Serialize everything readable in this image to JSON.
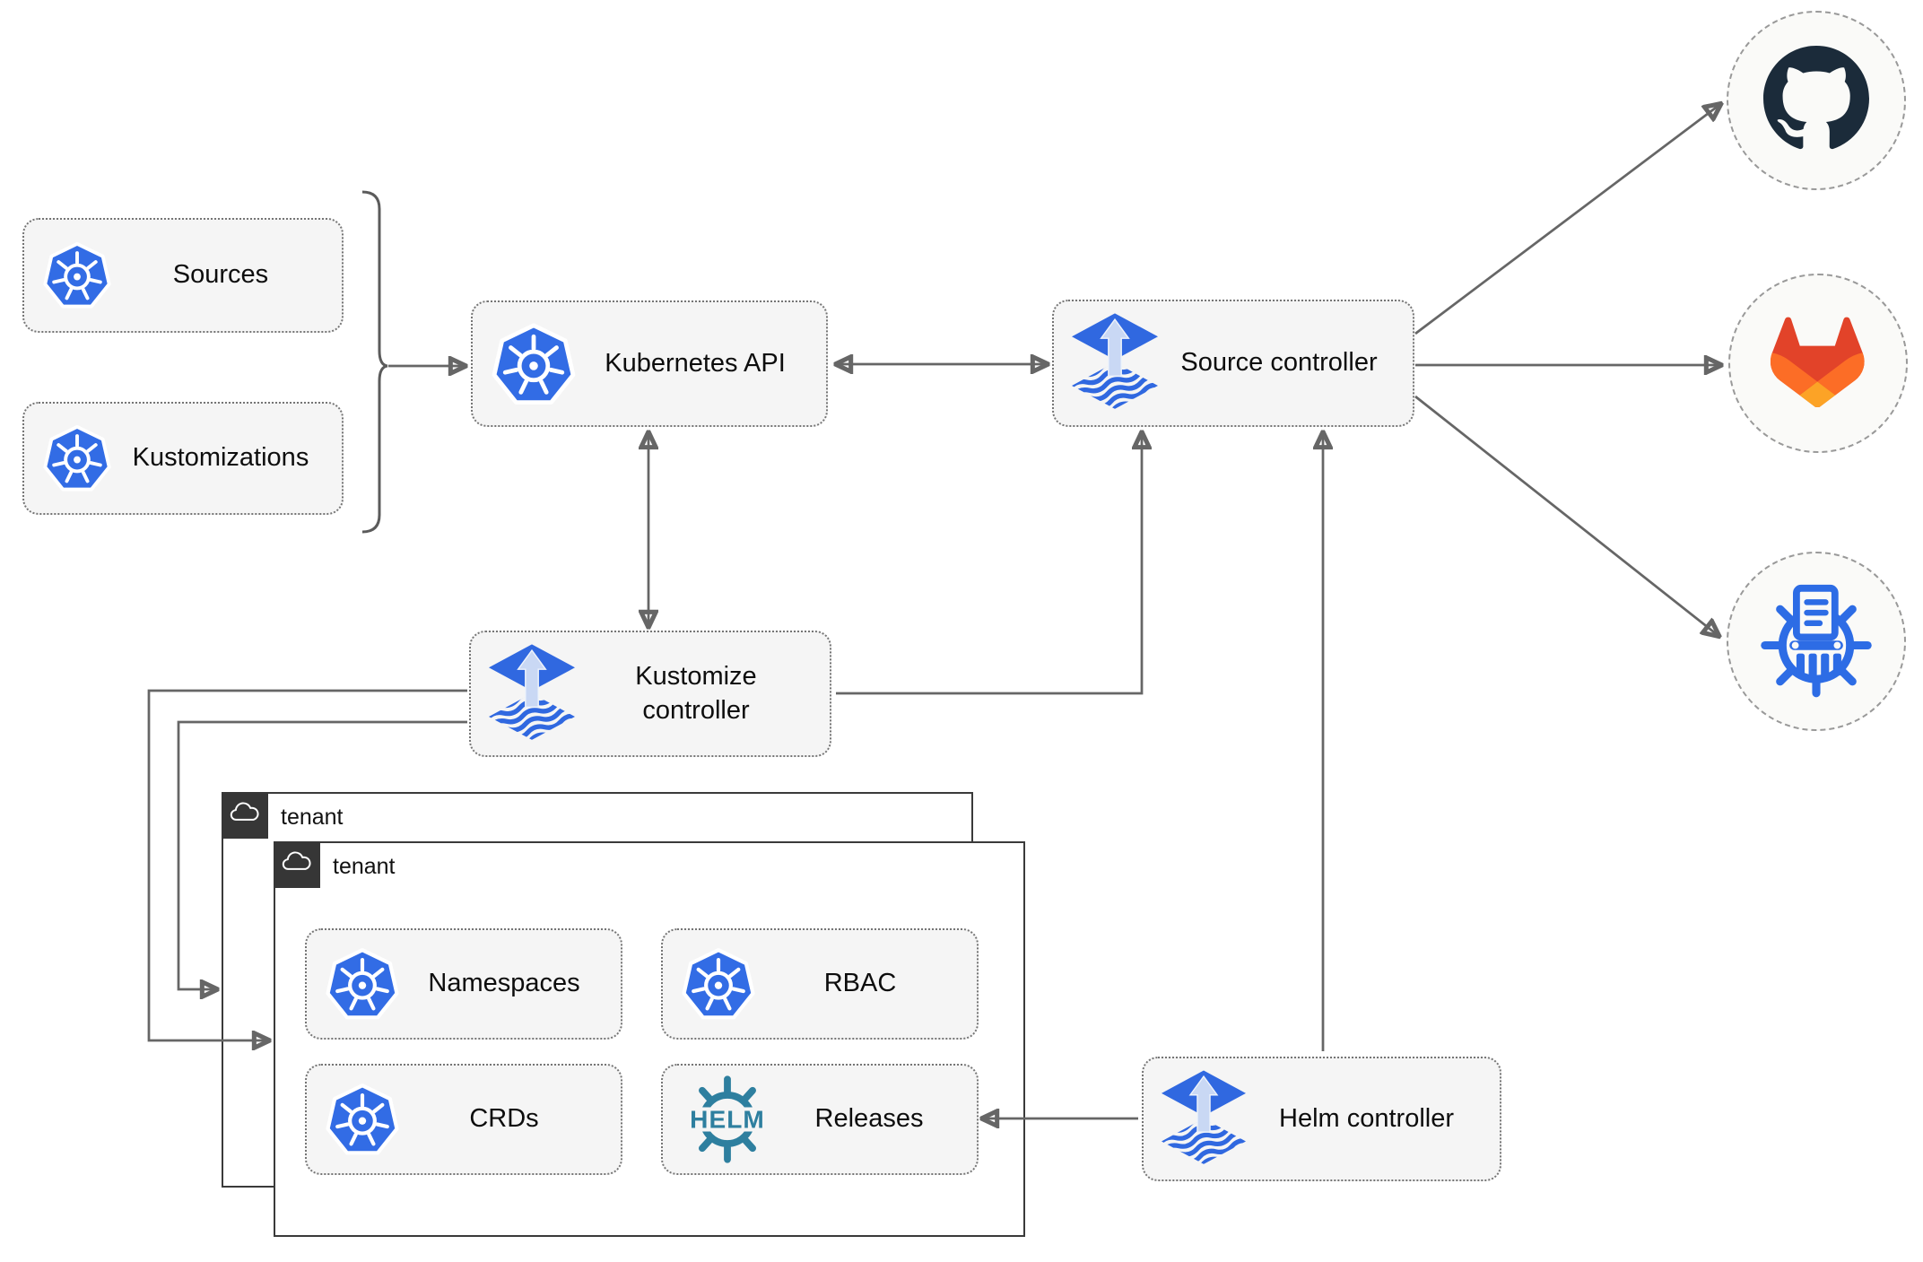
{
  "nodes": {
    "sources": {
      "label": "Sources",
      "icon": "kubernetes-icon"
    },
    "kustomizations": {
      "label": "Kustomizations",
      "icon": "kubernetes-icon"
    },
    "kubernetes_api": {
      "label": "Kubernetes API",
      "icon": "kubernetes-icon"
    },
    "source_controller": {
      "label": "Source controller",
      "icon": "flux-icon"
    },
    "kustomize_controller": {
      "label": "Kustomize controller",
      "icon": "flux-icon"
    },
    "helm_controller": {
      "label": "Helm controller",
      "icon": "flux-icon"
    },
    "namespaces": {
      "label": "Namespaces",
      "icon": "kubernetes-icon"
    },
    "rbac": {
      "label": "RBAC",
      "icon": "kubernetes-icon"
    },
    "crds": {
      "label": "CRDs",
      "icon": "kubernetes-icon"
    },
    "releases": {
      "label": "Releases",
      "icon": "helm-icon"
    }
  },
  "tenants": {
    "back": {
      "label": "tenant",
      "icon": "cloud-icon"
    },
    "front": {
      "label": "tenant",
      "icon": "cloud-icon"
    }
  },
  "externals": [
    {
      "name": "github",
      "icon": "github-icon"
    },
    {
      "name": "gitlab",
      "icon": "gitlab-icon"
    },
    {
      "name": "chartmuseum",
      "icon": "chartmuseum-icon"
    }
  ],
  "icon_text": {
    "helm": "HELM"
  },
  "edges": [
    {
      "from": "sources+kustomizations",
      "to": "kubernetes-api",
      "style": "arrow"
    },
    {
      "from": "kubernetes-api",
      "to": "source-controller",
      "style": "double-arrow"
    },
    {
      "from": "kubernetes-api",
      "to": "kustomize-controller",
      "style": "double-arrow"
    },
    {
      "from": "kustomize-controller",
      "to": "source-controller",
      "style": "arrow"
    },
    {
      "from": "helm-controller",
      "to": "source-controller",
      "style": "arrow"
    },
    {
      "from": "helm-controller",
      "to": "releases",
      "style": "arrow"
    },
    {
      "from": "kustomize-controller",
      "to": "tenant-front",
      "style": "arrow"
    },
    {
      "from": "kustomize-controller",
      "to": "tenant-back",
      "style": "arrow"
    },
    {
      "from": "source-controller",
      "to": "github",
      "style": "arrow"
    },
    {
      "from": "source-controller",
      "to": "gitlab",
      "style": "arrow"
    },
    {
      "from": "source-controller",
      "to": "chartmuseum",
      "style": "arrow"
    }
  ],
  "colors": {
    "kubernetes_blue": "#326ce5",
    "flux_blue": "#3068e0",
    "flux_arrow_light": "#c9d8f4",
    "helm_teal": "#2e7f9f",
    "github_dark": "#1b2b3a",
    "gitlab_red_orange": "#e24329",
    "gitlab_orange": "#fc6d26",
    "gitlab_light_orange": "#fca326",
    "chartmuseum_blue": "#2d6ce5",
    "connector_gray": "#666666",
    "node_fill": "#f5f5f5",
    "tenant_border": "#3a3a3a",
    "background": "#ffffff"
  }
}
